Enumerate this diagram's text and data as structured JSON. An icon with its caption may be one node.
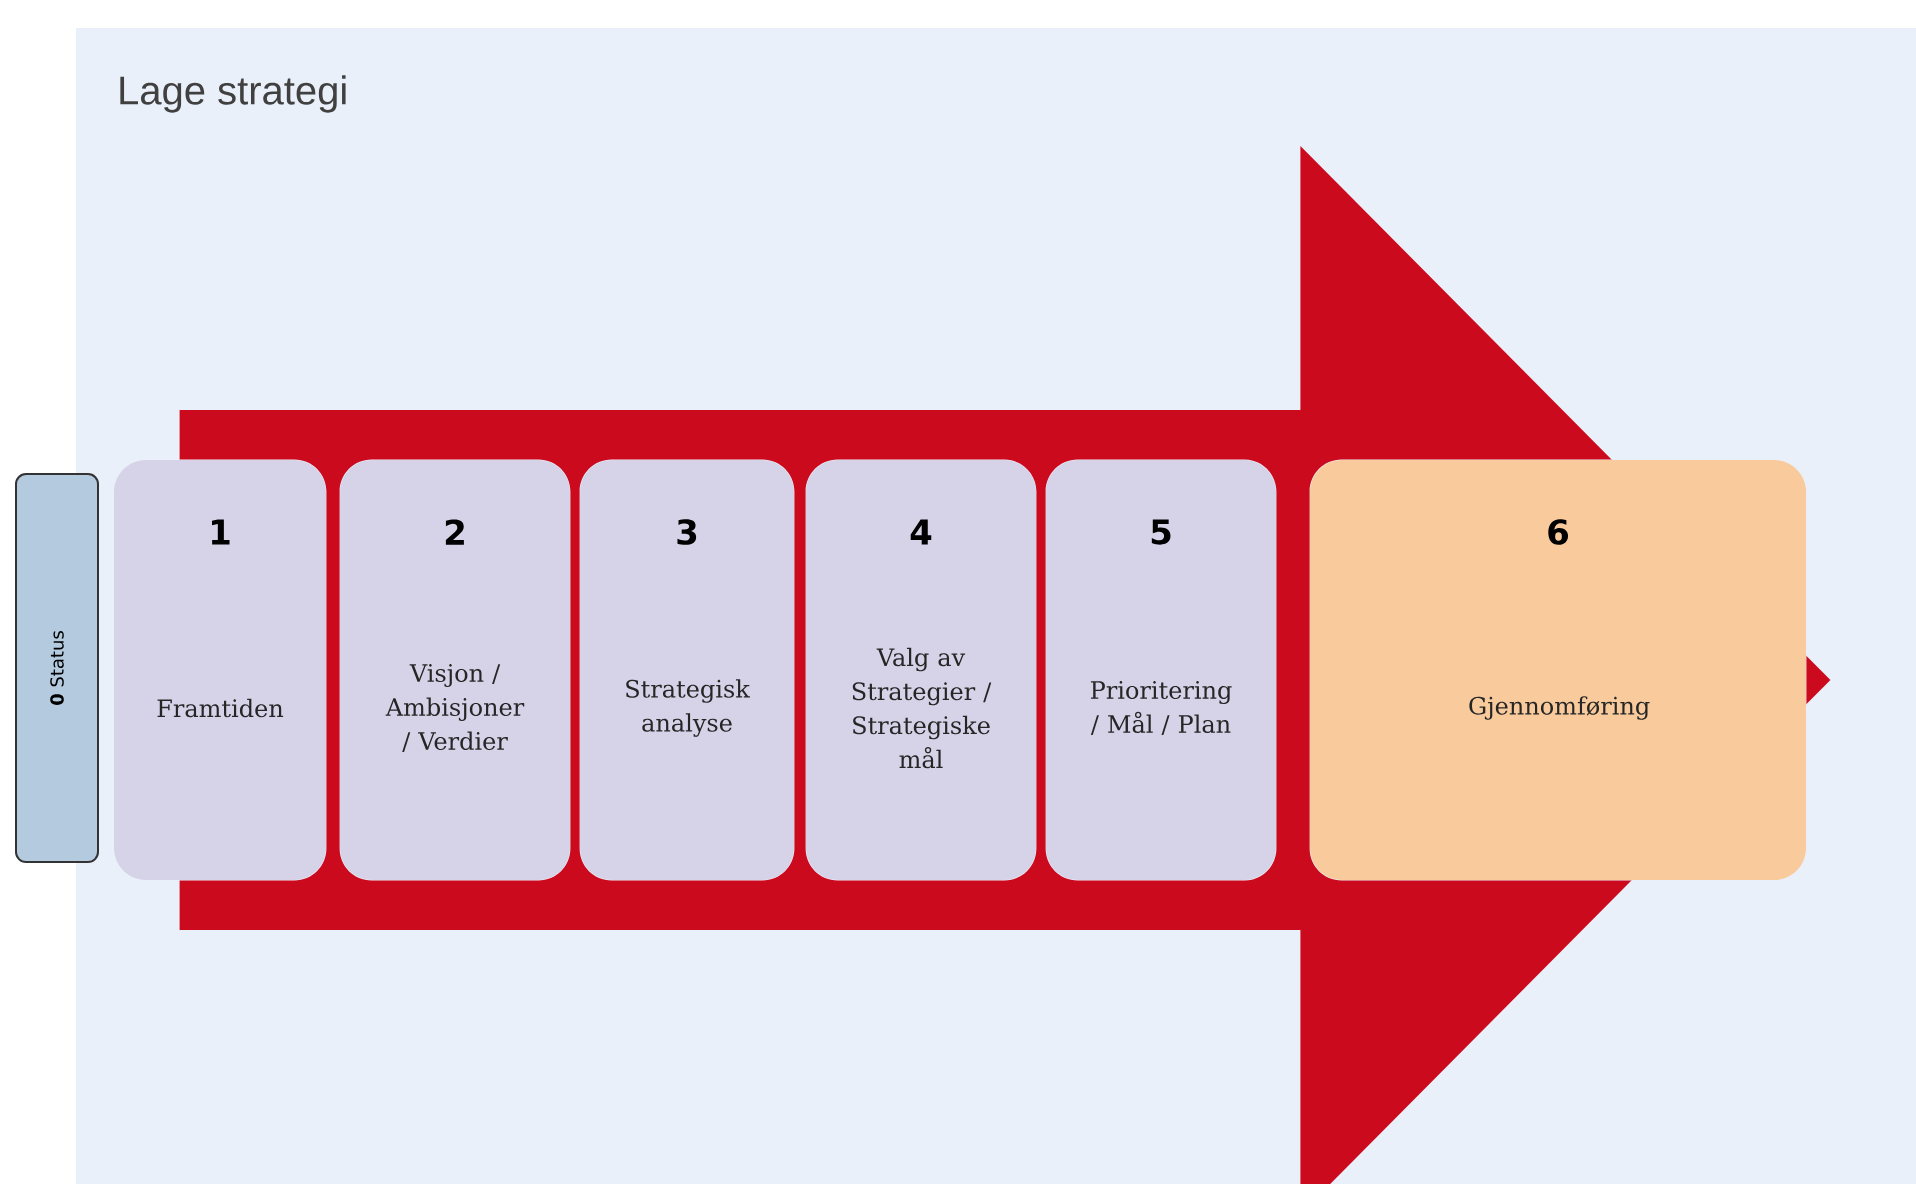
{
  "diagram": {
    "title": "Lage strategi",
    "nodes": [
      {
        "text": [
          "0",
          "Status"
        ]
      },
      {
        "text": [
          "1",
          "Framtiden"
        ]
      },
      {
        "text": [
          "2",
          "Visjon / Ambisjoner / Verdier"
        ]
      },
      {
        "text": [
          "3",
          "Strategisk analyse"
        ]
      },
      {
        "text": [
          "4",
          "Valg av Strategier / Strategiske mål"
        ]
      },
      {
        "text": [
          "5",
          "Prioritering / Mål / Plan"
        ]
      },
      {
        "text": [
          "6",
          "Gjennomføring"
        ]
      }
    ],
    "edges": [
      {
        "from": 1,
        "to": 6,
        "arrow": "to"
      }
    ]
  }
}
